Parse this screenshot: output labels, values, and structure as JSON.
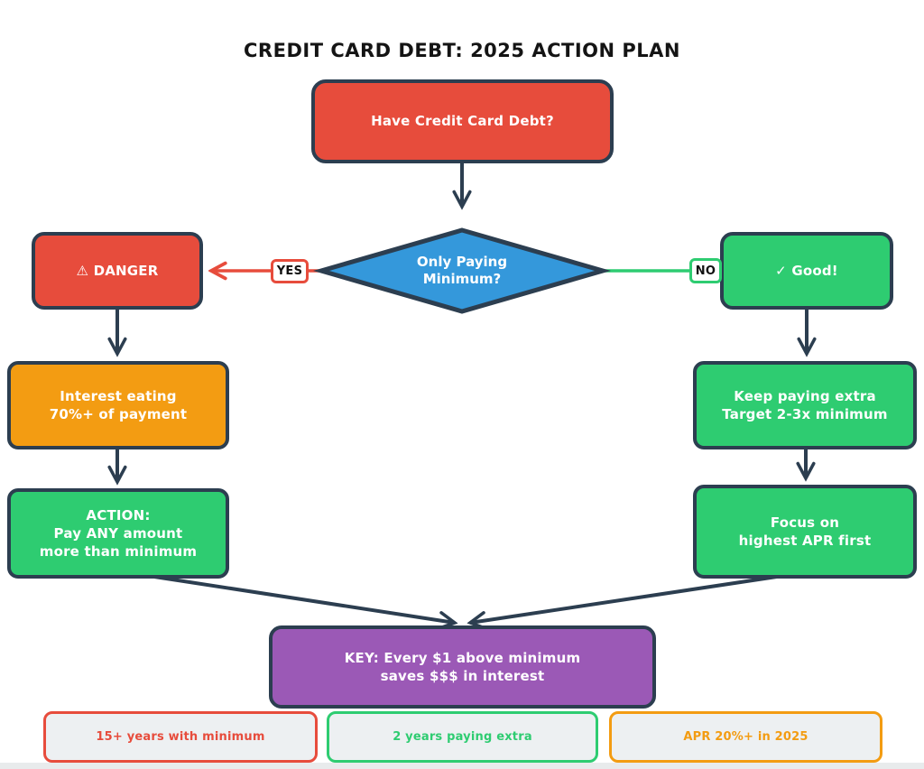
{
  "title": "CREDIT CARD DEBT: 2025 ACTION PLAN",
  "nodes": {
    "start": {
      "label": "Have Credit Card Debt?"
    },
    "decision": {
      "label": "Only Paying\nMinimum?"
    },
    "danger": {
      "label": "⚠ DANGER"
    },
    "good": {
      "label": "✓ Good!"
    },
    "interest": {
      "label": "Interest eating\n70%+ of payment"
    },
    "action": {
      "label": "ACTION:\nPay ANY amount\nmore than minimum"
    },
    "keep_paying": {
      "label": "Keep paying extra\nTarget 2-3x minimum"
    },
    "focus_apr": {
      "label": "Focus on\nhighest APR first"
    },
    "key": {
      "label": "KEY: Every $1 above minimum\nsaves $$$ in interest"
    }
  },
  "edges": {
    "yes": "YES",
    "no": "NO"
  },
  "footnotes": [
    {
      "label": "15+ years with minimum",
      "color": "#E74C3C"
    },
    {
      "label": "2 years paying extra",
      "color": "#2ECC71"
    },
    {
      "label": "APR 20%+ in 2025",
      "color": "#F39C12"
    }
  ],
  "colors": {
    "red": "#E74C3C",
    "green": "#2ECC71",
    "blue": "#3498DB",
    "orange": "#F39C12",
    "purple": "#9B59B6",
    "outline": "#2C3E50",
    "panel_bg": "#EDF0F2"
  }
}
